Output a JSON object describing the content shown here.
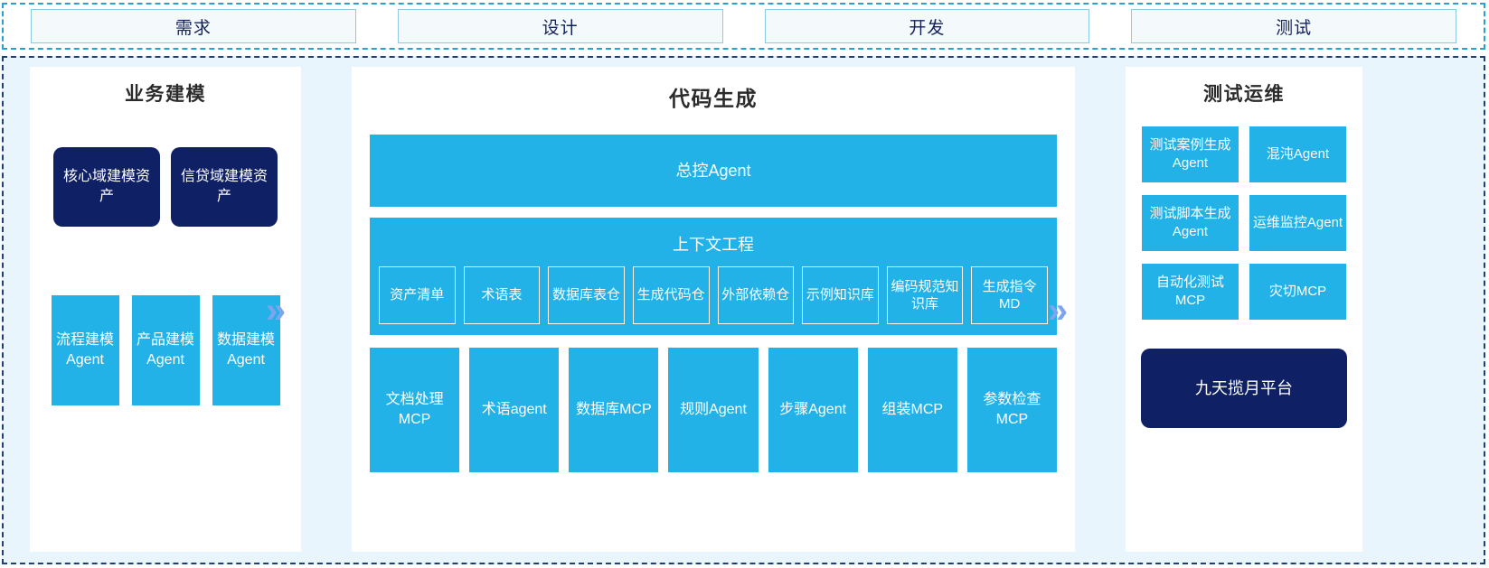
{
  "phases": {
    "items": [
      {
        "label": "需求"
      },
      {
        "label": "设计"
      },
      {
        "label": "开发"
      },
      {
        "label": "测试"
      }
    ]
  },
  "arrows": {
    "glyph": "»"
  },
  "colors": {
    "accent_blue": "#22b2e8",
    "navy": "#0f2065",
    "panel_bg": "#e9f5fd",
    "arrow_blue": "#7da4ec",
    "phase_border": "#8fc9e4"
  },
  "left_panel": {
    "title": "业务建模",
    "assets": [
      {
        "label": "核心域建模资产"
      },
      {
        "label": "信贷域建模资产"
      }
    ],
    "agents": [
      {
        "label": "流程建模Agent"
      },
      {
        "label": "产品建模Agent"
      },
      {
        "label": "数据建模Agent"
      }
    ]
  },
  "center_panel": {
    "title": "代码生成",
    "master_agent": "总控Agent",
    "context": {
      "title": "上下文工程",
      "items": [
        {
          "label": "资产清单"
        },
        {
          "label": "术语表"
        },
        {
          "label": "数据库表仓"
        },
        {
          "label": "生成代码仓"
        },
        {
          "label": "外部依赖仓"
        },
        {
          "label": "示例知识库"
        },
        {
          "label": "编码规范知识库"
        },
        {
          "label": "生成指令MD"
        }
      ]
    },
    "tools": [
      {
        "label": "文档处理MCP"
      },
      {
        "label": "术语agent"
      },
      {
        "label": "数据库MCP"
      },
      {
        "label": "规则Agent"
      },
      {
        "label": "步骤Agent"
      },
      {
        "label": "组装MCP"
      },
      {
        "label": "参数检查MCP"
      }
    ]
  },
  "right_panel": {
    "title": "测试运维",
    "items": [
      {
        "label": "测试案例生成Agent"
      },
      {
        "label": "混沌Agent"
      },
      {
        "label": "测试脚本生成Agent"
      },
      {
        "label": "运维监控Agent"
      },
      {
        "label": "自动化测试MCP"
      },
      {
        "label": "灾切MCP"
      }
    ],
    "platform": "九天揽月平台"
  }
}
